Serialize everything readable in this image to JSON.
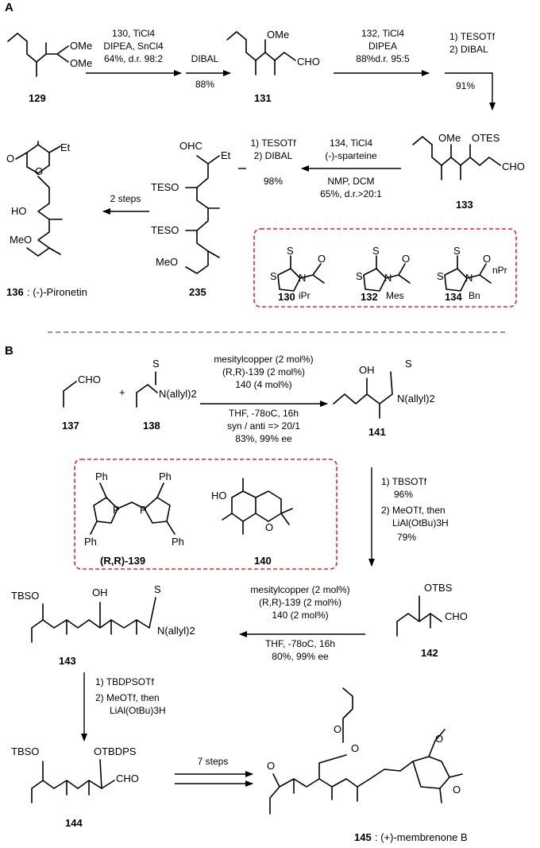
{
  "panels": {
    "a_label": "A",
    "b_label": "B"
  },
  "compounds": {
    "c129": "129",
    "c131": "131",
    "c133": "133",
    "c136_num": "136",
    "c136_name": ": (-)-Pironetin",
    "c235": "235",
    "c130": "130",
    "c132": "132",
    "c134": "134",
    "c137": "137",
    "c138": "138",
    "c141": "141",
    "c139": "(R,R)-139",
    "c140": "140",
    "c142": "142",
    "c143": "143",
    "c144": "144",
    "c145_num": "145",
    "c145_name": ": (+)-membrenone B"
  },
  "groups": {
    "OMe": "OMe",
    "CHO": "CHO",
    "OTES": "OTES",
    "TESO": "TESO",
    "MeO": "MeO",
    "HO": "HO",
    "OH": "OH",
    "Et": "Et",
    "OHC": "OHC",
    "O": "O",
    "S": "S",
    "N": "N",
    "P": "P",
    "Ph": "Ph",
    "iPr": "iPr",
    "Mes": "Mes",
    "nPr": "nPr",
    "Bn": "Bn",
    "N_allyl": "N(allyl)2",
    "TBSO": "TBSO",
    "OTBS": "OTBS",
    "OTBDPS": "OTBDPS"
  },
  "conditions": {
    "r1": [
      "130, TiCl4",
      "DIPEA, SnCl4",
      "64%, d.r. 98:2"
    ],
    "r2": [
      "DIBAL",
      "88%"
    ],
    "r3": [
      "132, TiCl4",
      "DIPEA",
      "88%d.r. 95:5"
    ],
    "r4": [
      "1) TESOTf",
      "2) DIBAL",
      "91%"
    ],
    "r5": [
      "1) TESOTf",
      "2) DIBAL",
      "98%"
    ],
    "r6": [
      "134, TiCl4",
      "(-)-sparteine",
      "NMP, DCM",
      "65%, d.r.>20:1"
    ],
    "r7": [
      "2 steps"
    ],
    "r8": [
      "mesitylcopper (2 mol%)",
      "(R,R)-139 (2 mol%)",
      "140 (4 mol%)",
      "THF, -78oC, 16h",
      "syn / anti => 20/1",
      "83%, 99% ee"
    ],
    "r9": [
      "1) TBSOTf",
      "96%",
      "2) MeOTf, then",
      "LiAl(OtBu)3H",
      "79%"
    ],
    "r10": [
      "mesitylcopper (2 mol%)",
      "(R,R)-139 (2 mol%)",
      "140 (2 mol%)",
      "THF, -78oC, 16h",
      "80%, 99% ee"
    ],
    "r11": [
      "1) TBDPSOTf",
      "2) MeOTf, then",
      "LiAl(OtBu)3H"
    ],
    "r12": [
      "7 steps"
    ]
  },
  "plus": "+"
}
